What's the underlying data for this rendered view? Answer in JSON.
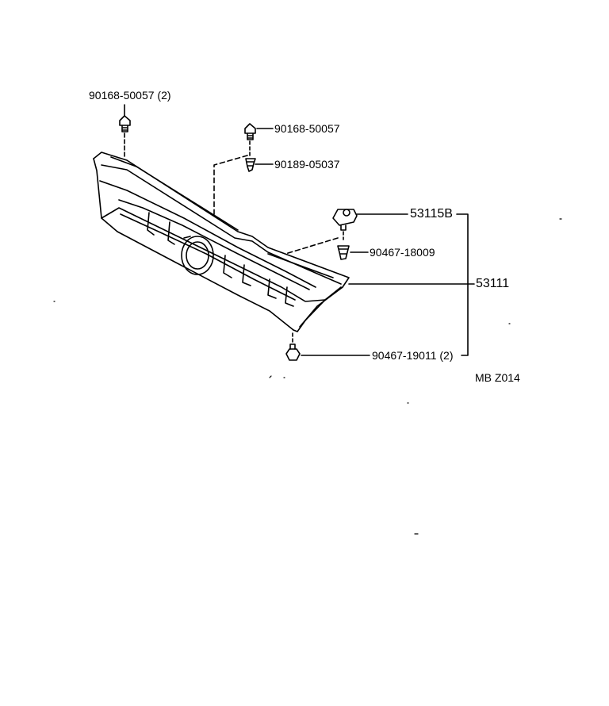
{
  "parts": {
    "screw_top_left": "90168-50057 (2)",
    "screw_top_mid": "90168-50057",
    "clip_top_mid": "90189-05037",
    "bracket": "53115B",
    "clip_mid": "90467-18009",
    "grille": "53111",
    "clip_bottom": "90467-19011 (2)"
  },
  "diagram_code": "MB Z014"
}
